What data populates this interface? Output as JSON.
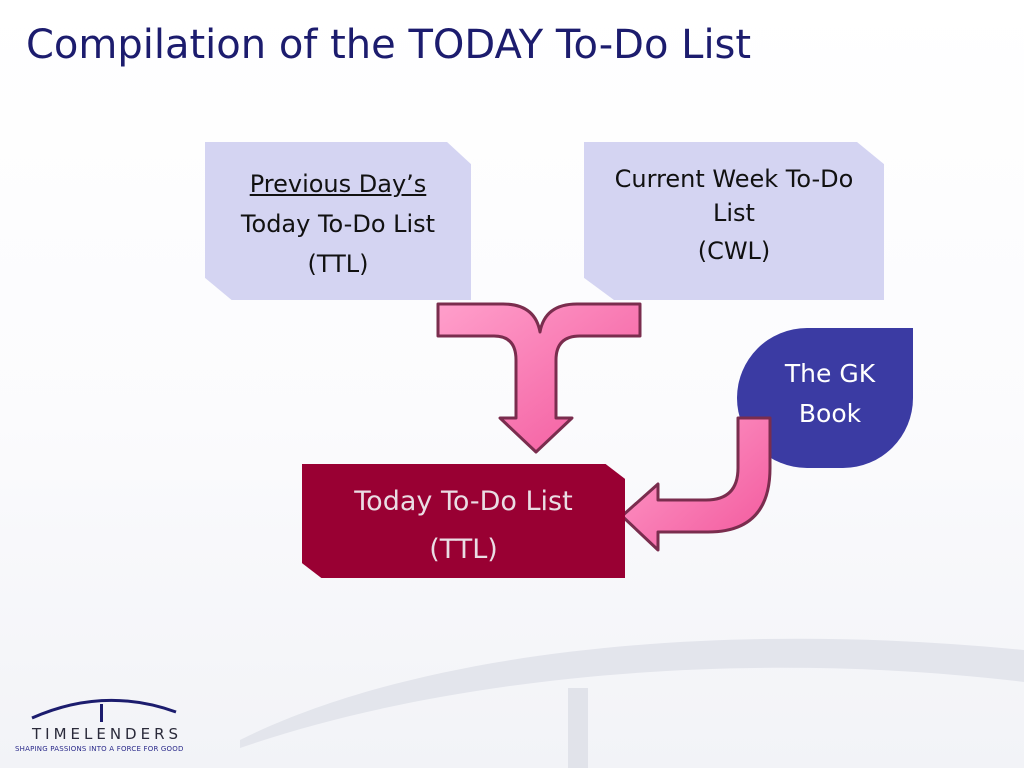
{
  "slide": {
    "title": "Compilation of the TODAY To-Do List"
  },
  "boxes": {
    "previous_day": {
      "heading": "Previous Day’s",
      "line2": "Today To-Do List",
      "line3": "(TTL)"
    },
    "current_week": {
      "line1": "Current Week To-Do List",
      "line2": "(CWL)"
    },
    "gk_book": {
      "line1": "The GK",
      "line2": "Book"
    },
    "today": {
      "line1": "Today To-Do List",
      "line2": "(TTL)"
    }
  },
  "logo": {
    "name": "TIMELENDERS",
    "tagline": "SHAPING PASSIONS INTO A FORCE FOR GOOD"
  },
  "colors": {
    "title": "#1c1c6e",
    "input_box": "#d4d4f2",
    "output_box": "#990033",
    "gk_shape": "#3b3ba3",
    "arrow_fill": "#ff79b4",
    "arrow_stroke": "#7a2d4e"
  }
}
